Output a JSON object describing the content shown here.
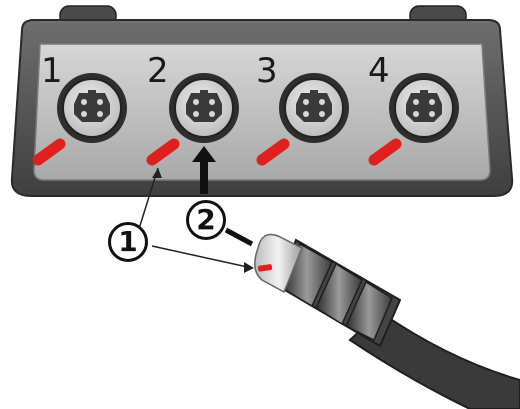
{
  "ports": [
    {
      "number": "1"
    },
    {
      "number": "2"
    },
    {
      "number": "3"
    },
    {
      "number": "4"
    }
  ],
  "callouts": [
    {
      "label": "1"
    },
    {
      "label": "2"
    }
  ],
  "colors": {
    "housing": "#5c5c5c",
    "housing_edge": "#2e2e2e",
    "panel": "#bdbdbd",
    "socket_ring": "#3a3a3a",
    "marker_red": "#e0201c",
    "cable": "#4a4a4a"
  }
}
